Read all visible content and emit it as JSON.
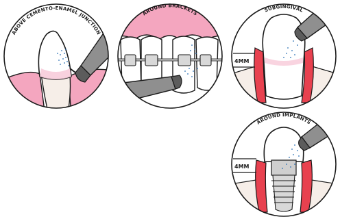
{
  "panels": [
    {
      "title": "ABOVE CEMENTO-ENAMEL JUNCTION"
    },
    {
      "title": "AROUND BRACKETS"
    },
    {
      "title": "SUBGINGIVAL",
      "depth_label": "4MM"
    },
    {
      "title": "AROUND IMPLANTS",
      "depth_label": "4MM"
    }
  ],
  "colors": {
    "outline": "#1a1a1a",
    "gum_pink": "#f4a6bf",
    "gum_red": "#e8414f",
    "tooth": "#ffffff",
    "root": "#f6eee8",
    "spray_blue": "#2a6fb4",
    "instrument_gray": "#8f8f8f",
    "instrument_dark": "#5c5c5c"
  }
}
